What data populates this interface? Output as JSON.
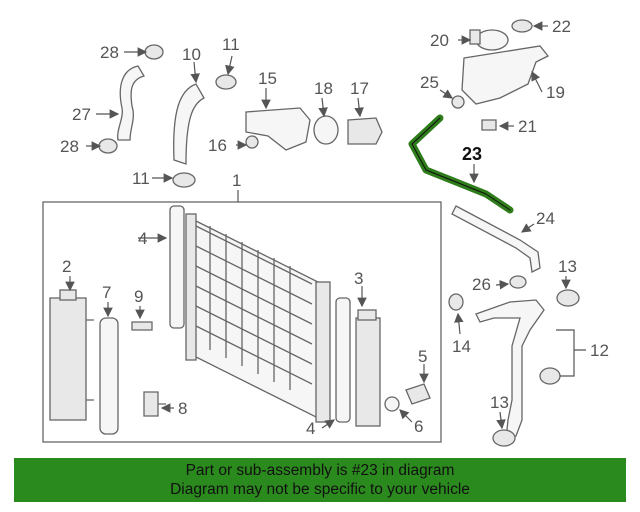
{
  "callouts": {
    "c1": "1",
    "c2": "2",
    "c3": "3",
    "c4a": "4",
    "c4b": "4",
    "c5": "5",
    "c6": "6",
    "c7": "7",
    "c8": "8",
    "c9": "9",
    "c10": "10",
    "c11a": "11",
    "c11b": "11",
    "c12": "12",
    "c13a": "13",
    "c13b": "13",
    "c14": "14",
    "c15": "15",
    "c16": "16",
    "c17": "17",
    "c18": "18",
    "c19": "19",
    "c20": "20",
    "c21": "21",
    "c22": "22",
    "c23": "23",
    "c24": "24",
    "c25": "25",
    "c26": "26",
    "c27": "27",
    "c28a": "28",
    "c28b": "28"
  },
  "highlight_color": "#2e7d1a",
  "banner": {
    "line1": "Part or sub-assembly is #23 in diagram",
    "line2": "Diagram may not be specific to your vehicle",
    "color": "#2b8a1e"
  }
}
